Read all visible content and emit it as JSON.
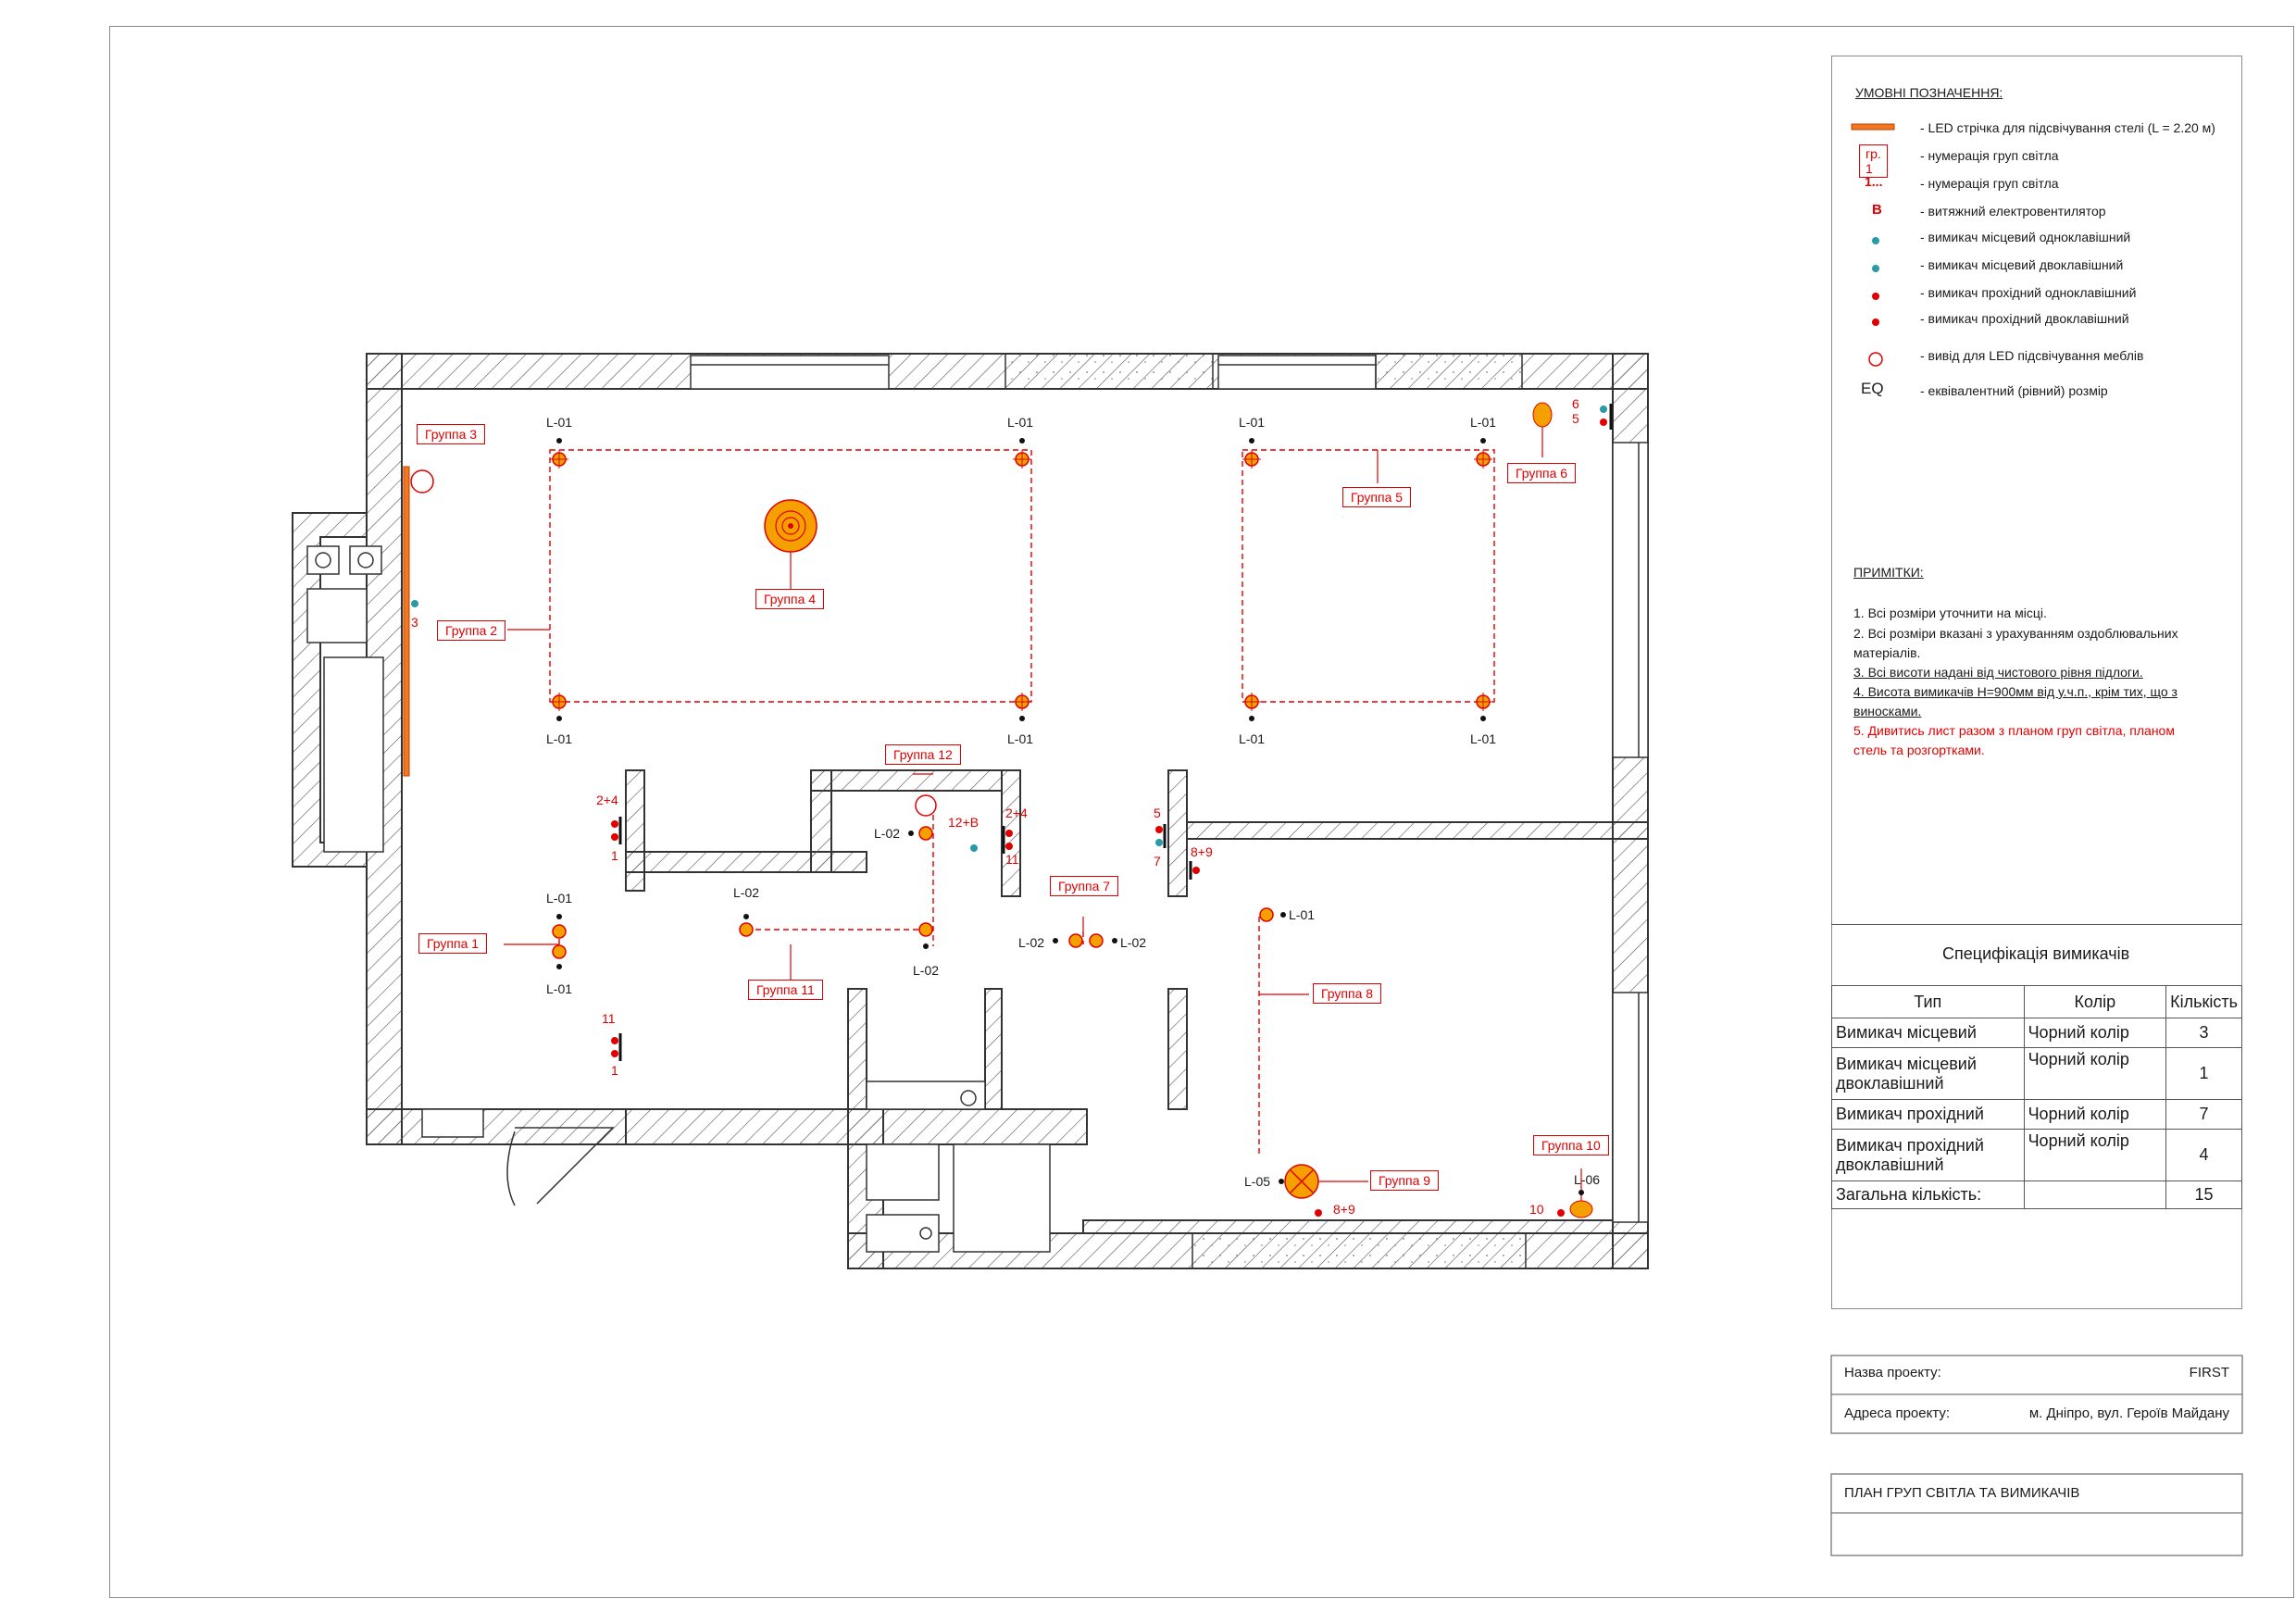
{
  "legend": {
    "title": "УМОВНІ ПОЗНАЧЕННЯ:",
    "items": [
      {
        "icon": "led-strip-icon",
        "text": "- LED стрічка для підсвічування стелі (L = 2.20 м)"
      },
      {
        "icon": "group-box-icon",
        "symbol": "гр. 1",
        "text": "- нумерація груп світла"
      },
      {
        "icon": "group-number-icon",
        "symbol": "1...",
        "text": "- нумерація груп світла"
      },
      {
        "icon": "fan-icon",
        "symbol": "B",
        "text": "- витяжний електровентилятор"
      },
      {
        "icon": "switch-local-single-icon",
        "text": "- вимикач місцевий одноклавішний"
      },
      {
        "icon": "switch-local-double-icon",
        "text": "- вимикач місцевий двоклавішний"
      },
      {
        "icon": "switch-pass-single-icon",
        "text": "- вимикач прохідний одноклавішний"
      },
      {
        "icon": "switch-pass-double-icon",
        "text": "- вимикач прохідний двоклавішний"
      },
      {
        "icon": "led-outlet-icon",
        "text": "- вивід для LED підсвічування меблів"
      },
      {
        "icon": "eq-icon",
        "symbol": "EQ",
        "text": "- еквівалентний (рівний) розмір"
      }
    ]
  },
  "notes": {
    "title": "ПРИМІТКИ:",
    "lines": [
      {
        "text": "1. Всі розміри уточнити на місці.",
        "style": "plain"
      },
      {
        "text": "2. Всі розміри вказані з урахуванням оздоблювальних",
        "style": "plain"
      },
      {
        "text": "матеріалів.",
        "style": "plain"
      },
      {
        "text": "3. Всі висоти надані від чистового рівня підлоги.",
        "style": "underline"
      },
      {
        "text": "4. Висота вимикачів Н=900мм від у.ч.п., крім тих, що з",
        "style": "underline"
      },
      {
        "text": "виносками.",
        "style": "underline"
      },
      {
        "text": "5. Дивитись лист разом з планом груп світла, планом",
        "style": "red"
      },
      {
        "text": "стель та розгортками.",
        "style": "red"
      }
    ]
  },
  "spec": {
    "title": "Специфікація вимикачів",
    "headers": [
      "Тип",
      "Колір",
      "Кількість"
    ],
    "rows": [
      {
        "type": "Вимикач місцевий",
        "color": "Чорний колір",
        "qty": "3"
      },
      {
        "type": "Вимикач місцевий двоклавішний",
        "color": "Чорний колір",
        "qty": "1"
      },
      {
        "type": "Вимикач прохідний",
        "color": "Чорний колір",
        "qty": "7"
      },
      {
        "type": "Вимикач прохідний двоклавішний",
        "color": "Чорний колір",
        "qty": "4"
      }
    ],
    "total_label": "Загальна кількість:",
    "total_value": "15"
  },
  "title_block": {
    "project_name_label": "Назва проекту:",
    "project_name": "FIRST",
    "address_label": "Адреса проекту:",
    "address": "м. Дніпро, вул. Героїв Майдану",
    "sheet_title": "ПЛАН ГРУП СВІТЛА ТА ВИМИКАЧІВ"
  },
  "plan": {
    "groups": [
      "Группа 1",
      "Группа 2",
      "Группа 3",
      "Группа 4",
      "Группа 5",
      "Группа 6",
      "Группа 7",
      "Группа 8",
      "Группа 9",
      "Группа 10",
      "Группа 11",
      "Группа 12"
    ],
    "fixtures": [
      "L-01",
      "L-02",
      "L-05",
      "L-06"
    ],
    "switch_labels": [
      "2+4",
      "1",
      "11",
      "12+B",
      "5",
      "6",
      "7",
      "8+9",
      "10",
      "3"
    ]
  },
  "colors": {
    "accent_red": "#e00000",
    "switch_local": "#2a9aa8",
    "led_strip": "#f07820",
    "fixture_fill": "#f5a000",
    "wall": "#333333"
  }
}
